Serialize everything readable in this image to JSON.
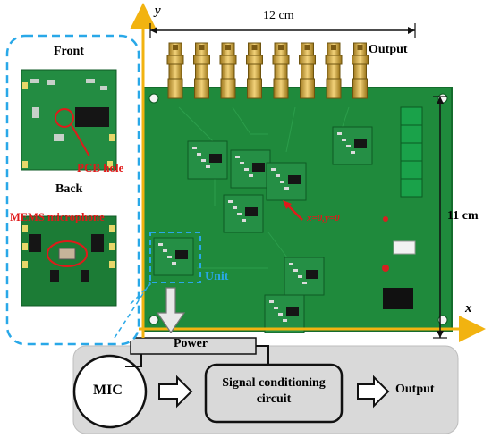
{
  "figure": {
    "axes": {
      "x_label": "x",
      "y_label": "y",
      "arrow_color": "#f2b310"
    },
    "dimensions": {
      "width": "12 cm",
      "height": "11 cm"
    },
    "inset": {
      "front_label": "Front",
      "back_label": "Back",
      "pcb_hole_label": "PCB hole",
      "mems_label": "MEMS microphone",
      "frame_color": "#29a8e8",
      "annotation_color": "#e01a1a"
    },
    "board": {
      "output_label": "Output",
      "unit_label": "Unit",
      "origin_label": "x=0,y=0",
      "pcb_color": "#1f8a3c",
      "connector_count": 8
    },
    "block_diagram": {
      "power_label": "Power",
      "mic_label": "MIC",
      "signal_label_line1": "Signal conditioning",
      "signal_label_line2": "circuit",
      "output_label": "Output",
      "panel_color": "#d9d9d9"
    }
  }
}
